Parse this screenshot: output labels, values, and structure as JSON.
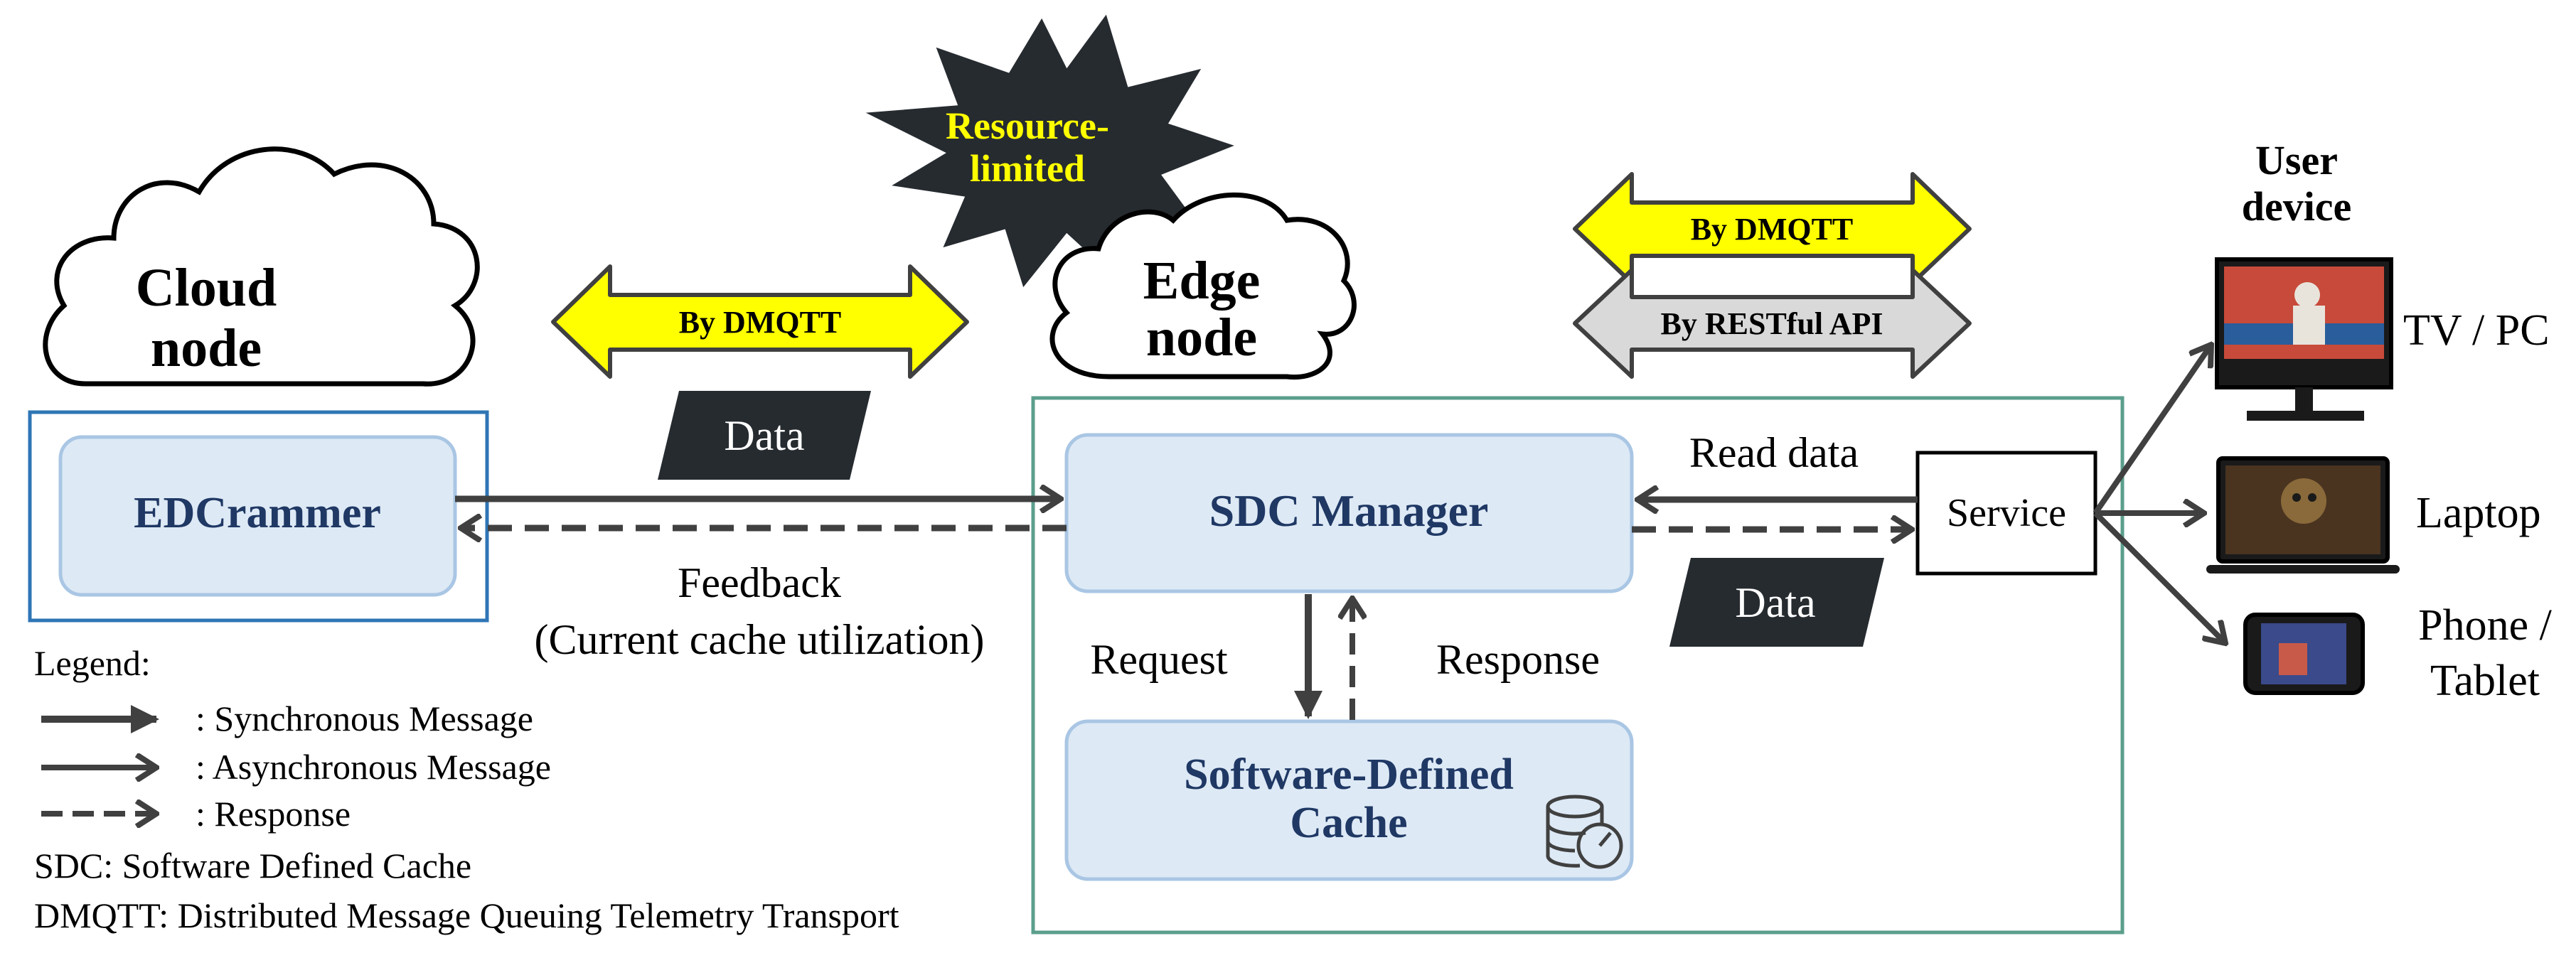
{
  "labels": {
    "resource_limited_line1": "Resource-",
    "resource_limited_line2": "limited",
    "cloud_node_line1": "Cloud",
    "cloud_node_line2": "node",
    "edge_node_line1": "Edge",
    "edge_node_line2": "node",
    "dmqtt_left": "By DMQTT",
    "dmqtt_right": "By DMQTT",
    "restful": "By RESTful API",
    "user_device_line1": "User",
    "user_device_line2": "device",
    "data_left": "Data",
    "data_right": "Data",
    "edcrammer": "EDCrammer",
    "sdc_manager": "SDC Manager",
    "read_data": "Read data",
    "service": "Service",
    "feedback_line1": "Feedback",
    "feedback_line2": "(Current cache utilization)",
    "request": "Request",
    "response": "Response",
    "sdc_cache_line1": "Software-Defined",
    "sdc_cache_line2": "Cache",
    "device_tv": "TV / PC",
    "device_laptop": "Laptop",
    "device_phone_line1": "Phone /",
    "device_phone_line2": "Tablet"
  },
  "legend": {
    "title": "Legend:",
    "sync": ": Synchronous Message",
    "async": ": Asynchronous Message",
    "response": ": Response",
    "sdc_def": "SDC: Software Defined Cache",
    "dmqtt_def": "DMQTT: Distributed Message Queuing Telemetry Transport"
  },
  "colors": {
    "cloud_box_border": "#2e75b6",
    "edge_box_border": "#5b9e8c",
    "component_fill": "#dde9f5",
    "component_border": "#a9c6e4",
    "component_text": "#1f3864",
    "dark": "#262b30",
    "arrow": "#404040",
    "dmqtt_fill": "#ffff00",
    "restful_fill": "#d9d9d9"
  }
}
